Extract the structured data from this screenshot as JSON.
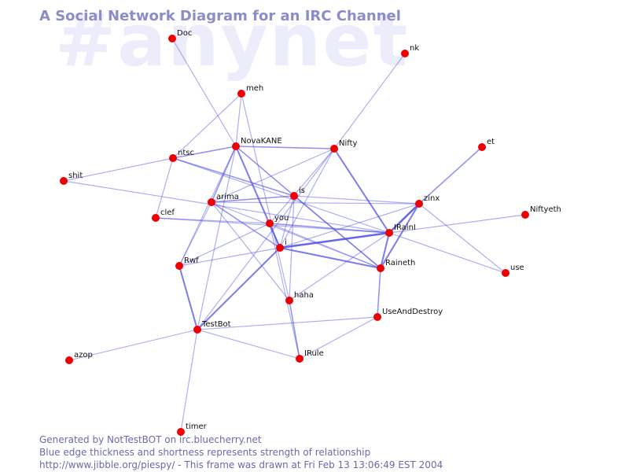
{
  "watermark": "#anynet",
  "title": "A Social Network Diagram for an IRC Channel",
  "footer": {
    "line1": "Generated by NotTestBOT on irc.bluecherry.net",
    "line2": "Blue edge thickness and shortness represents strength of relationship",
    "line3": "http://www.jibble.org/piespy/ - This frame was drawn at Fri Feb 13 13:06:49 EST 2004"
  },
  "colors": {
    "node": "#ee0000",
    "edge": "#5050e6",
    "title": "#8c8cc8",
    "watermark": "#ececfb"
  },
  "nodes": [
    {
      "id": "Doc",
      "label": "Doc"
    },
    {
      "id": "nk",
      "label": "nk"
    },
    {
      "id": "meh",
      "label": "meh"
    },
    {
      "id": "NovaKANE",
      "label": "NovaKANE"
    },
    {
      "id": "Nifty",
      "label": "Nifty"
    },
    {
      "id": "ntsc",
      "label": "ntsc"
    },
    {
      "id": "et",
      "label": "et"
    },
    {
      "id": "shit",
      "label": "shit"
    },
    {
      "id": "arima",
      "label": "arima"
    },
    {
      "id": "is",
      "label": "is"
    },
    {
      "id": "zinx",
      "label": "zinx"
    },
    {
      "id": "Niftyeth",
      "label": "Niftyeth"
    },
    {
      "id": "clef",
      "label": "clef"
    },
    {
      "id": "you",
      "label": "you"
    },
    {
      "id": "IRainI",
      "label": "IRainI"
    },
    {
      "id": "i",
      "label": "i"
    },
    {
      "id": "Rwf",
      "label": "Rwf"
    },
    {
      "id": "Raineth",
      "label": "Raineth"
    },
    {
      "id": "use",
      "label": "use"
    },
    {
      "id": "haha",
      "label": "haha"
    },
    {
      "id": "UseAndDestroy",
      "label": "UseAndDestroy"
    },
    {
      "id": "TestBot",
      "label": "TestBot"
    },
    {
      "id": "IRule",
      "label": "IRule"
    },
    {
      "id": "azop",
      "label": "azop"
    },
    {
      "id": "timer",
      "label": "timer"
    }
  ],
  "edges": [
    {
      "from": "Doc",
      "to": "NovaKANE",
      "strength": 1
    },
    {
      "from": "nk",
      "to": "Nifty",
      "strength": 1
    },
    {
      "from": "meh",
      "to": "NovaKANE",
      "strength": 1
    },
    {
      "from": "meh",
      "to": "haha",
      "strength": 1
    },
    {
      "from": "meh",
      "to": "ntsc",
      "strength": 1
    },
    {
      "from": "NovaKANE",
      "to": "ntsc",
      "strength": 2
    },
    {
      "from": "NovaKANE",
      "to": "Nifty",
      "strength": 2
    },
    {
      "from": "NovaKANE",
      "to": "arima",
      "strength": 2
    },
    {
      "from": "NovaKANE",
      "to": "i",
      "strength": 3
    },
    {
      "from": "NovaKANE",
      "to": "is",
      "strength": 1
    },
    {
      "from": "NovaKANE",
      "to": "Rwf",
      "strength": 1
    },
    {
      "from": "NovaKANE",
      "to": "TestBot",
      "strength": 1
    },
    {
      "from": "NovaKANE",
      "to": "Raineth",
      "strength": 1
    },
    {
      "from": "Nifty",
      "to": "arima",
      "strength": 1
    },
    {
      "from": "Nifty",
      "to": "IRainI",
      "strength": 3
    },
    {
      "from": "Nifty",
      "to": "you",
      "strength": 1
    },
    {
      "from": "Nifty",
      "to": "i",
      "strength": 1
    },
    {
      "from": "Nifty",
      "to": "TestBot",
      "strength": 1
    },
    {
      "from": "ntsc",
      "to": "shit",
      "strength": 1
    },
    {
      "from": "ntsc",
      "to": "is",
      "strength": 2
    },
    {
      "from": "ntsc",
      "to": "IRainI",
      "strength": 1
    },
    {
      "from": "ntsc",
      "to": "clef",
      "strength": 1
    },
    {
      "from": "et",
      "to": "zinx",
      "strength": 2
    },
    {
      "from": "shit",
      "to": "IRainI",
      "strength": 1
    },
    {
      "from": "arima",
      "to": "is",
      "strength": 2
    },
    {
      "from": "arima",
      "to": "i",
      "strength": 2
    },
    {
      "from": "arima",
      "to": "Rwf",
      "strength": 1
    },
    {
      "from": "arima",
      "to": "haha",
      "strength": 1
    },
    {
      "from": "arima",
      "to": "Raineth",
      "strength": 1
    },
    {
      "from": "arima",
      "to": "zinx",
      "strength": 1
    },
    {
      "from": "is",
      "to": "zinx",
      "strength": 1
    },
    {
      "from": "is",
      "to": "Raineth",
      "strength": 2
    },
    {
      "from": "is",
      "to": "i",
      "strength": 1
    },
    {
      "from": "is",
      "to": "haha",
      "strength": 1
    },
    {
      "from": "zinx",
      "to": "IRainI",
      "strength": 4
    },
    {
      "from": "zinx",
      "to": "Raineth",
      "strength": 3
    },
    {
      "from": "zinx",
      "to": "use",
      "strength": 1
    },
    {
      "from": "zinx",
      "to": "i",
      "strength": 1
    },
    {
      "from": "IRainI",
      "to": "Niftyeth",
      "strength": 1
    },
    {
      "from": "IRainI",
      "to": "i",
      "strength": 4
    },
    {
      "from": "IRainI",
      "to": "you",
      "strength": 2
    },
    {
      "from": "IRainI",
      "to": "clef",
      "strength": 1
    },
    {
      "from": "IRainI",
      "to": "use",
      "strength": 1
    },
    {
      "from": "IRainI",
      "to": "Raineth",
      "strength": 3
    },
    {
      "from": "IRainI",
      "to": "haha",
      "strength": 1
    },
    {
      "from": "clef",
      "to": "you",
      "strength": 1
    },
    {
      "from": "you",
      "to": "i",
      "strength": 2
    },
    {
      "from": "you",
      "to": "Rwf",
      "strength": 1
    },
    {
      "from": "you",
      "to": "IRule",
      "strength": 1
    },
    {
      "from": "you",
      "to": "Raineth",
      "strength": 1
    },
    {
      "from": "i",
      "to": "Raineth",
      "strength": 3
    },
    {
      "from": "i",
      "to": "TestBot",
      "strength": 3
    },
    {
      "from": "i",
      "to": "Rwf",
      "strength": 1
    },
    {
      "from": "Rwf",
      "to": "TestBot",
      "strength": 3
    },
    {
      "from": "haha",
      "to": "IRule",
      "strength": 2
    },
    {
      "from": "Raineth",
      "to": "UseAndDestroy",
      "strength": 2
    },
    {
      "from": "UseAndDestroy",
      "to": "IRule",
      "strength": 1
    },
    {
      "from": "UseAndDestroy",
      "to": "TestBot",
      "strength": 1
    },
    {
      "from": "TestBot",
      "to": "azop",
      "strength": 1
    },
    {
      "from": "TestBot",
      "to": "timer",
      "strength": 1
    },
    {
      "from": "TestBot",
      "to": "IRule",
      "strength": 1
    }
  ]
}
